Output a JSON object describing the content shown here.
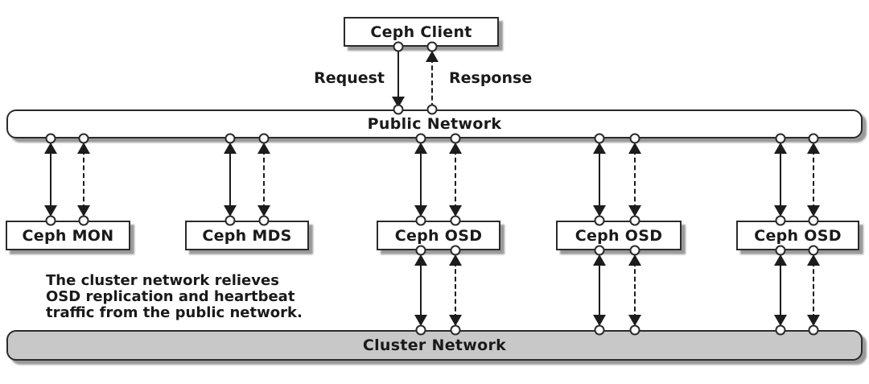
{
  "client": {
    "label": "Ceph Client"
  },
  "flow_labels": {
    "request": "Request",
    "response": "Response"
  },
  "networks": {
    "public": {
      "label": "Public Network"
    },
    "cluster": {
      "label": "Cluster Network"
    }
  },
  "daemons": [
    {
      "id": "mon",
      "label": "Ceph MON"
    },
    {
      "id": "mds",
      "label": "Ceph MDS"
    },
    {
      "id": "osd-1",
      "label": "Ceph OSD"
    },
    {
      "id": "osd-2",
      "label": "Ceph OSD"
    },
    {
      "id": "osd-3",
      "label": "Ceph OSD"
    }
  ],
  "annotation": {
    "line1": "The cluster network relieves",
    "line2": "OSD replication and heartbeat",
    "line3": "traffic from the public network."
  },
  "colors": {
    "background": "#ffffff",
    "node_fill": "#ffffff",
    "cluster_network_fill": "#c8c8c8",
    "line": "#1c1c1c",
    "text": "#1a1a1a"
  }
}
